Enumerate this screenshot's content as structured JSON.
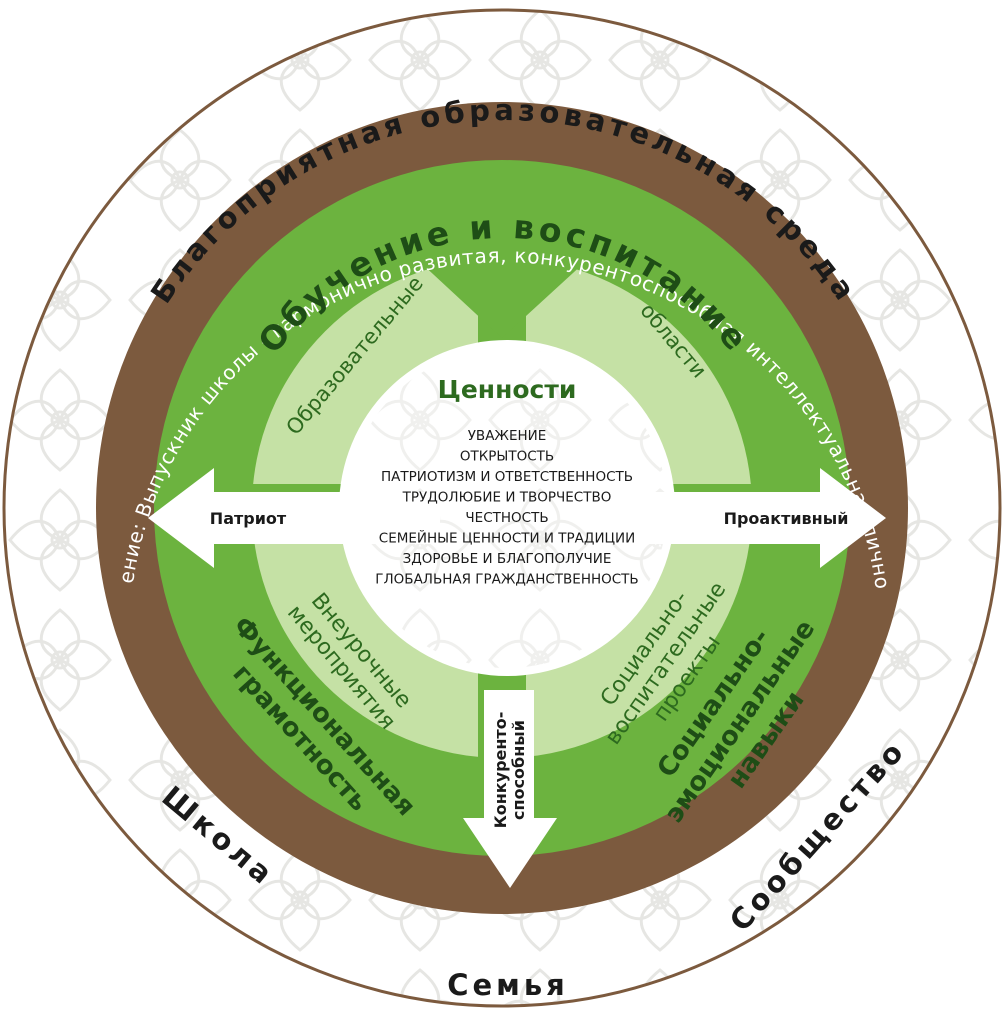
{
  "colors": {
    "outer_ring": "#ffffff",
    "ornament": "#e8e8e6",
    "brown": "#7c5a3e",
    "green_outer": "#6cb33f",
    "green_mid": "#7fbd47",
    "green_light": "#c5e1a5",
    "center": "#ffffff",
    "dark_green_text": "#2d6a1f",
    "text_black": "#1a1a1a"
  },
  "outer_ring": {
    "top_text": "Благоприятная образовательная среда",
    "school": "Школа",
    "family": "Семья",
    "community": "Сообщество"
  },
  "vision": {
    "text": "Видение: Выпускник школы - гармонично развитая, конкурентоспособная интеллектуальная личность"
  },
  "green_ring": {
    "top_text": "Обучение и воспитание",
    "left_bottom": {
      "line1": "Функциональная",
      "line2": "грамотность"
    },
    "right_bottom": {
      "line1": "Социально-",
      "line2": "эмоциональные",
      "line3": "навыки"
    }
  },
  "light_ring": {
    "top_left": "Образовательные",
    "top_right": "области",
    "bottom_left": {
      "line1": "Внеурочные",
      "line2": "мероприятия"
    },
    "bottom_right": {
      "line1": "Социально-",
      "line2": "воспитательные",
      "line3": "проекты"
    }
  },
  "center": {
    "title": "Ценности",
    "items": [
      "УВАЖЕНИЕ",
      "ОТКРЫТОСТЬ",
      "ПАТРИОТИЗМ И ОТВЕТСТВЕННОСТЬ",
      "ТРУДОЛЮБИЕ И ТВОРЧЕСТВО",
      "ЧЕСТНОСТЬ",
      "СЕМЕЙНЫЕ ЦЕННОСТИ И ТРАДИЦИИ",
      "ЗДОРОВЬЕ И БЛАГОПОЛУЧИЕ",
      "ГЛОБАЛЬНАЯ ГРАЖДАНСТВЕННОСТЬ"
    ]
  },
  "arrows": {
    "left": "Патриот",
    "right": "Проактивный",
    "bottom": {
      "line1": "Конкуренто-",
      "line2": "способный"
    }
  }
}
